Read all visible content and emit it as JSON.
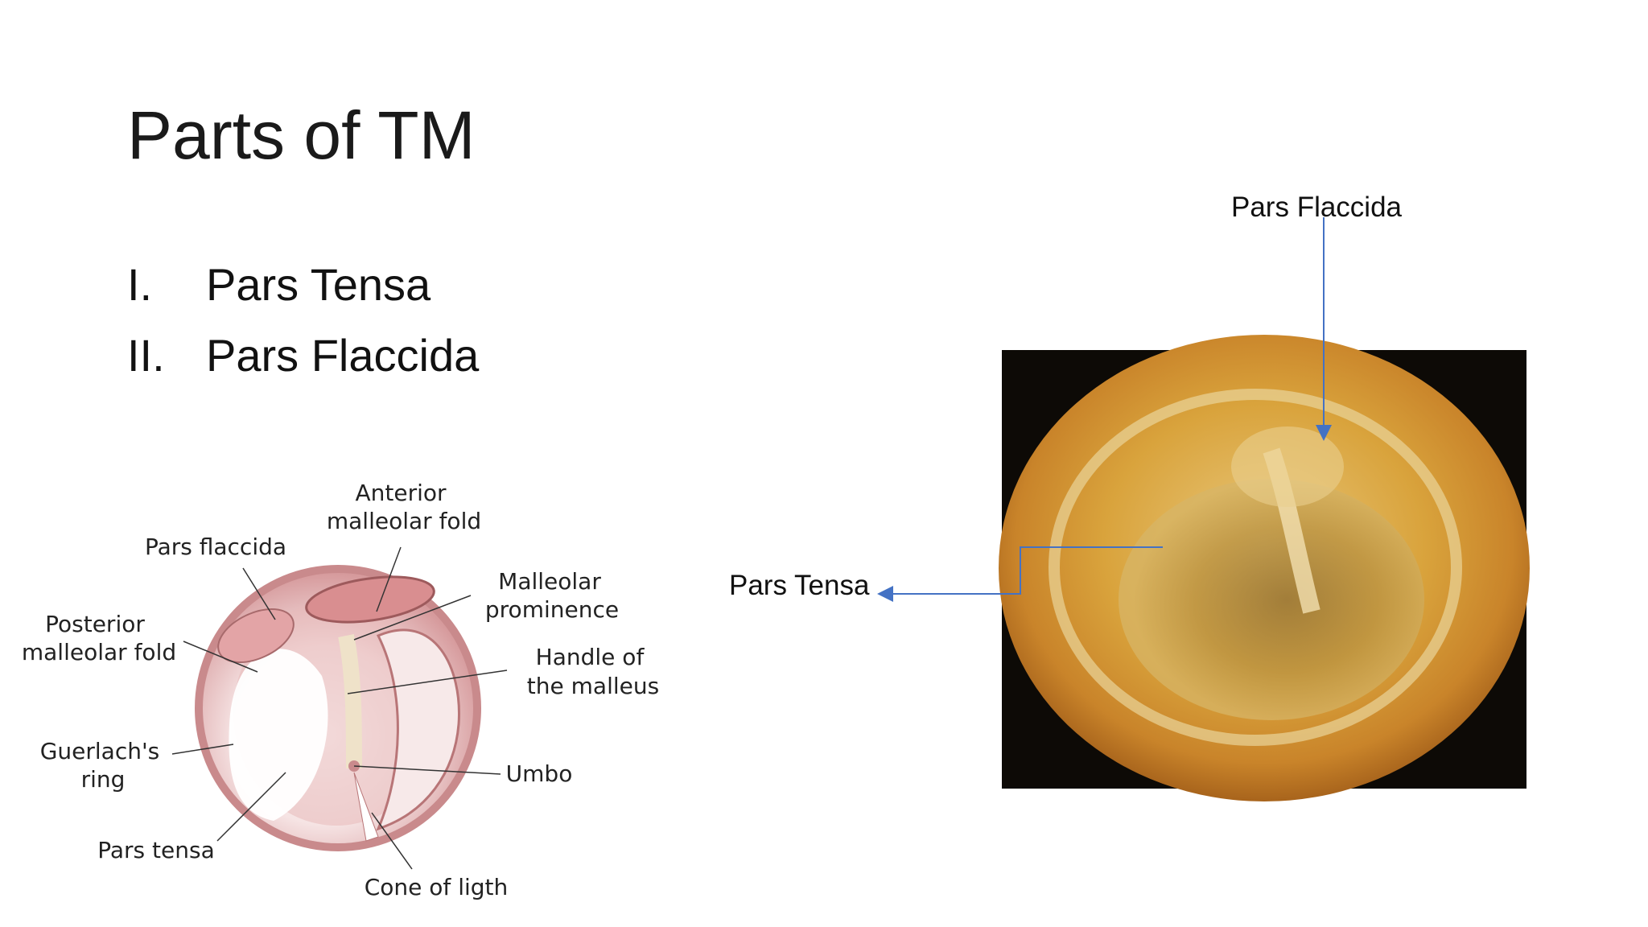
{
  "title": "Parts of TM",
  "bullets": [
    {
      "num": "I.",
      "text": "Pars Tensa"
    },
    {
      "num": "II.",
      "text": "Pars Flaccida"
    }
  ],
  "photo_labels": {
    "pars_flaccida": "Pars Flaccida",
    "pars_tensa": "Pars Tensa"
  },
  "diagram_labels": {
    "anterior_line1": "Anterior",
    "anterior_line2": "malleolar fold",
    "pars_flaccida": "Pars flaccida",
    "malleolar_line1": "Malleolar",
    "malleolar_line2": "prominence",
    "posterior_line1": "Posterior",
    "posterior_line2": "malleolar fold",
    "handle_line1": "Handle of",
    "handle_line2": "the malleus",
    "guerlach_line1": "Guerlach's",
    "guerlach_line2": "ring",
    "umbo": "Umbo",
    "pars_tensa": "Pars tensa",
    "cone": "Cone of ligth"
  },
  "colors": {
    "arrow": "#4472c4",
    "photo_bg": "#0d0a06",
    "photo_tm": "#d9a33c",
    "diagram_rim": "#c98a8c",
    "diagram_fill": "#f4dcdc"
  }
}
